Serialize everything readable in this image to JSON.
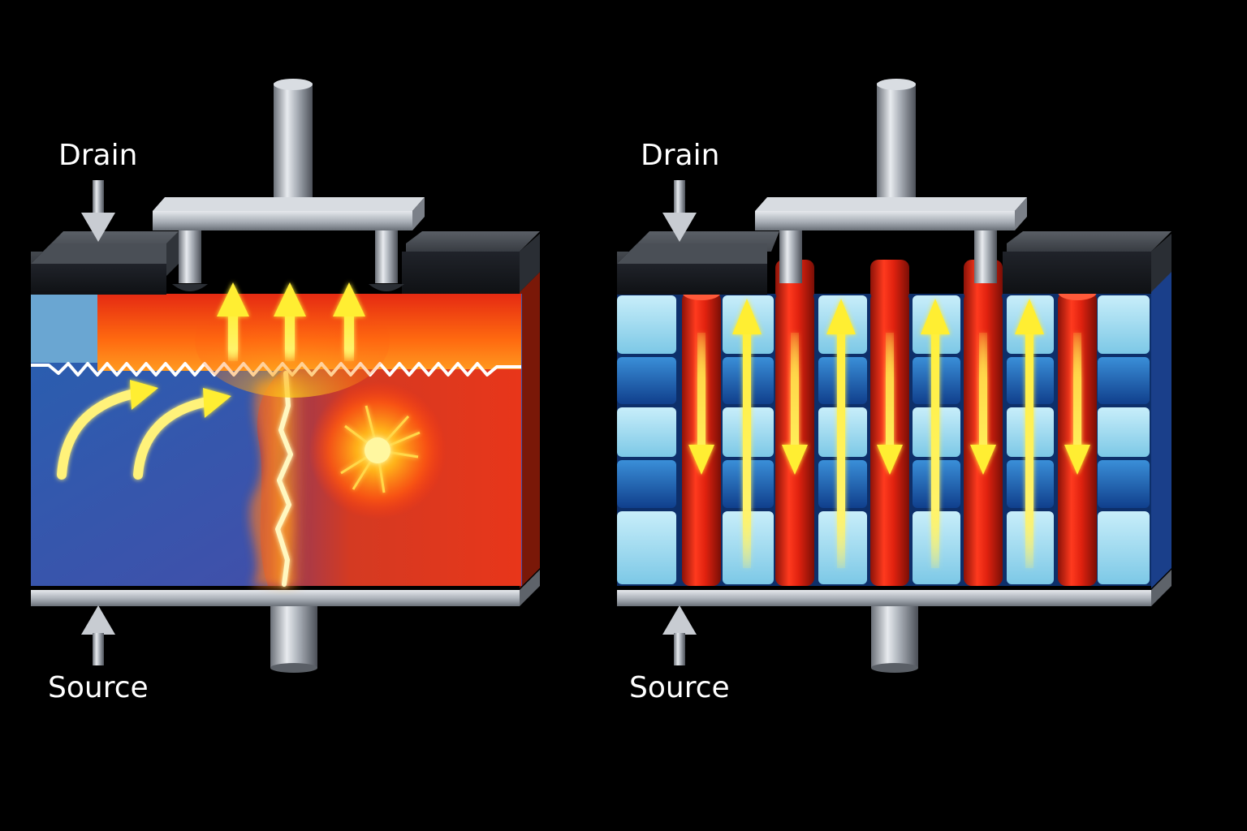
{
  "labels": {
    "drain": "Drain",
    "source": "Source"
  },
  "colors": {
    "background": "#000000",
    "hot_red": "#e32814",
    "hot_orange": "#ff7a12",
    "cold_blue": "#1d4f98",
    "light_blue": "#8fd6ef",
    "arrow_yellow": "#ffee33",
    "metal": "#b8bec6",
    "cap_dark": "#262a30"
  },
  "icons": {
    "drain_arrow": "arrow-down-icon",
    "source_arrow": "arrow-up-icon",
    "current_arrow": "arrow-up-icon",
    "field_arrow": "arrow-down-icon",
    "breakdown": "lightning-bolt-icon",
    "hotspot": "spark-burst-icon"
  },
  "panels": {
    "left": {
      "state": "conventional device with avalanche breakdown and hot spot"
    },
    "right": {
      "state": "superjunction device with alternating pillars"
    }
  }
}
